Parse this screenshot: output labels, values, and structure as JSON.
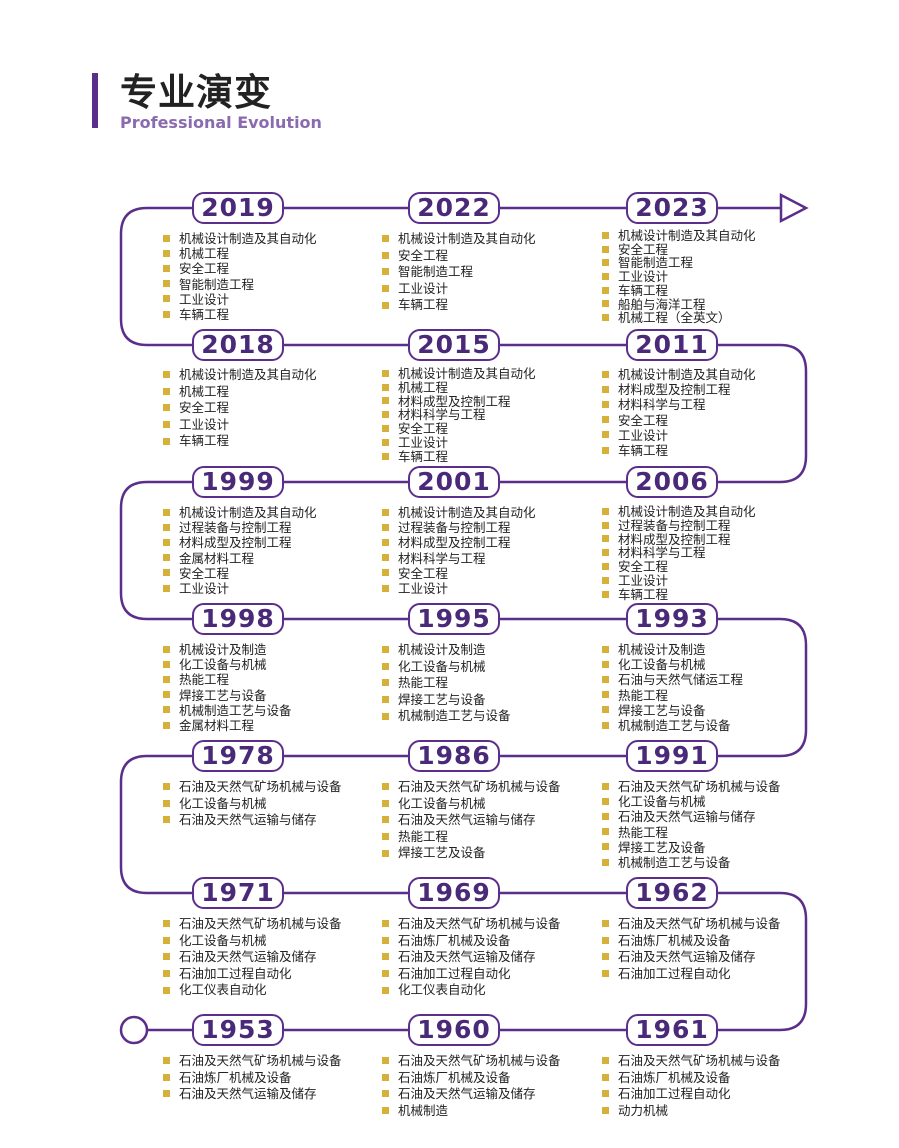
{
  "header": {
    "title_cn": "专业演变",
    "title_en": "Professional Evolution"
  },
  "colors": {
    "accent": "#5b2e8c",
    "bullet": "#d6b13a"
  },
  "timeline": [
    {
      "year": "2019",
      "majors": [
        "机械设计制造及其自动化",
        "机械工程",
        "安全工程",
        "智能制造工程",
        "工业设计",
        "车辆工程"
      ]
    },
    {
      "year": "2022",
      "majors": [
        "机械设计制造及其自动化",
        "安全工程",
        "智能制造工程",
        "工业设计",
        "车辆工程"
      ]
    },
    {
      "year": "2023",
      "majors": [
        "机械设计制造及其自动化",
        "安全工程",
        "智能制造工程",
        "工业设计",
        "车辆工程",
        "船舶与海洋工程",
        "机械工程（全英文）"
      ]
    },
    {
      "year": "2018",
      "majors": [
        "机械设计制造及其自动化",
        "机械工程",
        "安全工程",
        "工业设计",
        "车辆工程"
      ]
    },
    {
      "year": "2015",
      "majors": [
        "机械设计制造及其自动化",
        "机械工程",
        "材料成型及控制工程",
        "材料科学与工程",
        "安全工程",
        "工业设计",
        "车辆工程"
      ]
    },
    {
      "year": "2011",
      "majors": [
        "机械设计制造及其自动化",
        "材料成型及控制工程",
        "材料科学与工程",
        "安全工程",
        "工业设计",
        "车辆工程"
      ]
    },
    {
      "year": "1999",
      "majors": [
        "机械设计制造及其自动化",
        "过程装备与控制工程",
        "材料成型及控制工程",
        "金属材料工程",
        "安全工程",
        "工业设计"
      ]
    },
    {
      "year": "2001",
      "majors": [
        "机械设计制造及其自动化",
        "过程装备与控制工程",
        "材料成型及控制工程",
        "材料科学与工程",
        "安全工程",
        "工业设计"
      ]
    },
    {
      "year": "2006",
      "majors": [
        "机械设计制造及其自动化",
        "过程装备与控制工程",
        "材料成型及控制工程",
        "材料科学与工程",
        "安全工程",
        "工业设计",
        "车辆工程"
      ]
    },
    {
      "year": "1998",
      "majors": [
        "机械设计及制造",
        "化工设备与机械",
        "热能工程",
        "焊接工艺与设备",
        "机械制造工艺与设备",
        "金属材料工程"
      ]
    },
    {
      "year": "1995",
      "majors": [
        "机械设计及制造",
        "化工设备与机械",
        "热能工程",
        "焊接工艺与设备",
        "机械制造工艺与设备"
      ]
    },
    {
      "year": "1993",
      "majors": [
        "机械设计及制造",
        "化工设备与机械",
        "石油与天然气储运工程",
        "热能工程",
        "焊接工艺与设备",
        "机械制造工艺与设备"
      ]
    },
    {
      "year": "1978",
      "majors": [
        "石油及天然气矿场机械与设备",
        "化工设备与机械",
        "石油及天然气运输与储存"
      ]
    },
    {
      "year": "1986",
      "majors": [
        "石油及天然气矿场机械与设备",
        "化工设备与机械",
        "石油及天然气运输与储存",
        "热能工程",
        "焊接工艺及设备"
      ]
    },
    {
      "year": "1991",
      "majors": [
        "石油及天然气矿场机械与设备",
        "化工设备与机械",
        "石油及天然气运输与储存",
        "热能工程",
        "焊接工艺及设备",
        "机械制造工艺与设备"
      ]
    },
    {
      "year": "1971",
      "majors": [
        "石油及天然气矿场机械与设备",
        "化工设备与机械",
        "石油及天然气运输及储存",
        "石油加工过程自动化",
        "化工仪表自动化"
      ]
    },
    {
      "year": "1969",
      "majors": [
        "石油及天然气矿场机械与设备",
        "石油炼厂机械及设备",
        "石油及天然气运输及储存",
        "石油加工过程自动化",
        "化工仪表自动化"
      ]
    },
    {
      "year": "1962",
      "majors": [
        "石油及天然气矿场机械与设备",
        "石油炼厂机械及设备",
        "石油及天然气运输及储存",
        "石油加工过程自动化"
      ]
    },
    {
      "year": "1953",
      "majors": [
        "石油及天然气矿场机械与设备",
        "石油炼厂机械及设备",
        "石油及天然气运输及储存"
      ]
    },
    {
      "year": "1960",
      "majors": [
        "石油及天然气矿场机械与设备",
        "石油炼厂机械及设备",
        "石油及天然气运输及储存",
        "机械制造"
      ]
    },
    {
      "year": "1961",
      "majors": [
        "石油及天然气矿场机械与设备",
        "石油炼厂机械及设备",
        "石油加工过程自动化",
        "动力机械"
      ]
    }
  ]
}
